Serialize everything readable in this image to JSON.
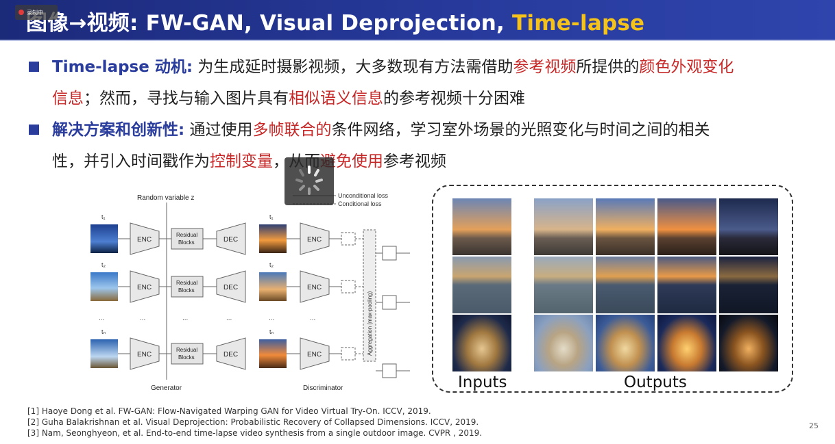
{
  "overlay": {
    "rec_label": "录制中"
  },
  "title": {
    "part1": "图像→视频:  FW-GAN, Visual Deprojection, ",
    "part2": "Time-lapse",
    "accent_color": "#f5c21a",
    "bar_color": "#273a9c"
  },
  "bullets": [
    {
      "line1": {
        "kw": "Time-lapse 动机:",
        "t1": " 为生成延时摄影视频，大多数现有方法需借助",
        "r1": "参考视频",
        "t2": "所提供的",
        "r2": "颜色外观变化"
      },
      "line2": {
        "r1": "信息",
        "t1": "；然而，寻找与输入图片具有",
        "r2": "相似语义信息",
        "t2": "的参考视频十分困难"
      }
    },
    {
      "line1": {
        "kw": "解决方案和创新性:",
        "t1": " 通过使用",
        "r1": "多帧联合的",
        "t2": "条件网络，学习室外场景的光照变化与时间之间的相关"
      },
      "line2": {
        "t1": "性，并引入时间戳作为",
        "r1": "控制变量",
        "t2": "，从而",
        "r2": "避免使用",
        "t3": "参考视频"
      }
    }
  ],
  "diagram": {
    "random_variable": "Random variable z",
    "legend_unconditional": "Unconditional loss",
    "legend_conditional": "Conditional loss",
    "t_labels": [
      "t₁",
      "t₂",
      "tₙ"
    ],
    "enc": "ENC",
    "residual_line1": "Residual",
    "residual_line2": "Blocks",
    "dec": "DEC",
    "aggregation": "Aggregation (max-pooling)",
    "dots": "...",
    "generator": "Generator",
    "discriminator": "Discriminator"
  },
  "photos": {
    "inputs_caption": "Inputs",
    "outputs_caption": "Outputs"
  },
  "references": [
    "[1] Haoye Dong et al. FW-GAN: Flow-Navigated Warping GAN for Video Virtual Try-On. ICCV, 2019.",
    "[2] Guha Balakrishnan et al. Visual Deprojection: Probabilistic Recovery of Collapsed Dimensions. ICCV, 2019.",
    "[3] Nam, Seonghyeon, et al. End-to-end time-lapse video synthesis from a single outdoor image. CVPR , 2019."
  ],
  "page_number": "25",
  "colors": {
    "keyword_blue": "#2a3d9c",
    "highlight_red": "#c62828"
  }
}
